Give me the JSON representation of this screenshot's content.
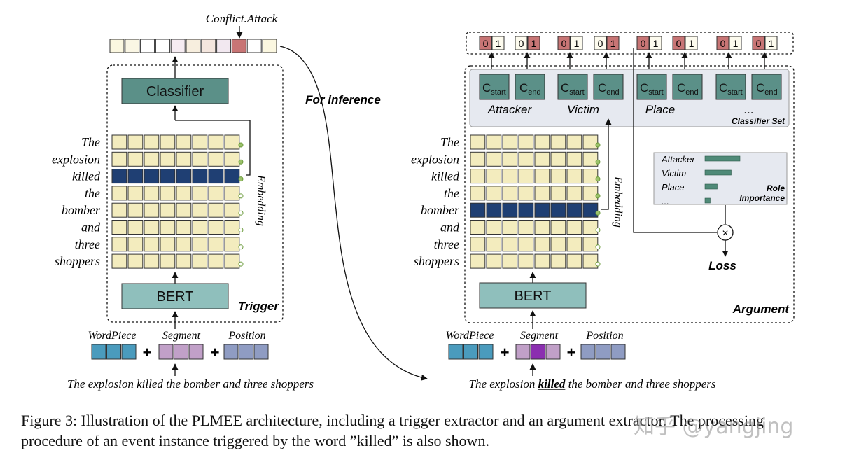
{
  "colors": {
    "cell": "#f3ecbe",
    "cell_border": "#333333",
    "trigger_row": "#1f3f73",
    "classifier": "#5b9088",
    "bert": "#8fbfbc",
    "wordpiece": "#4a9bbd",
    "segment": "#c1a0c8",
    "segment_highlight": "#8b2fb0",
    "position": "#8f9cc3",
    "label_hit": "#c87575",
    "role_bar": "#4f8a78",
    "classifier_set_bg": "#e6e9f0"
  },
  "trigger": {
    "top_label": "Conflict.Attack",
    "classifier": "Classifier",
    "bert": "BERT",
    "embedding": "Embedding",
    "panel_label": "Trigger",
    "tokens": [
      "The",
      "explosion",
      "killed",
      "the",
      "bomber",
      "and",
      "three",
      "shoppers"
    ],
    "highlight_index": 2,
    "output_cells": 11,
    "output_hit_index": 8
  },
  "inference_label": "For inference",
  "argument": {
    "bert": "BERT",
    "embedding": "Embedding",
    "panel_label": "Argument",
    "tokens": [
      "The",
      "explosion",
      "killed",
      "the",
      "bomber",
      "and",
      "three",
      "shoppers"
    ],
    "highlight_index": 4,
    "bits": [
      {
        "a": "0",
        "b": "1",
        "hit": "a"
      },
      {
        "a": "0",
        "b": "1",
        "hit": "b"
      },
      {
        "a": "0",
        "b": "1",
        "hit": "a"
      },
      {
        "a": "0",
        "b": "1",
        "hit": "b"
      },
      {
        "a": "0",
        "b": "1",
        "hit": "a"
      },
      {
        "a": "0",
        "b": "1",
        "hit": "a"
      },
      {
        "a": "0",
        "b": "1",
        "hit": "a"
      },
      {
        "a": "0",
        "b": "1",
        "hit": "a"
      }
    ],
    "c_letter": "C",
    "c_start_sub": "start",
    "c_end_sub": "end",
    "roles": [
      "Attacker",
      "Victim",
      "Place",
      "..."
    ],
    "classifier_set_label": "Classifier Set",
    "role_importance": {
      "title_line1": "Role",
      "title_line2": "Importance",
      "items": [
        {
          "name": "Attacker",
          "value": 1.0
        },
        {
          "name": "Victim",
          "value": 0.75
        },
        {
          "name": "Place",
          "value": 0.35
        },
        {
          "name": "...",
          "value": 0.15
        }
      ]
    },
    "loss_label": "Loss",
    "times_symbol": "×"
  },
  "inputs": {
    "wordpiece": "WordPiece",
    "segment": "Segment",
    "position": "Position",
    "plus": "+"
  },
  "sentence": {
    "trigger": "The explosion killed the bomber and three shoppers",
    "arg_before": "The explosion ",
    "arg_highlight": "killed",
    "arg_after": " the bomber and three shoppers"
  },
  "caption": "Figure 3: Illustration of the PLMEE architecture, including a trigger extractor and an argument extractor. The processing procedure of an event instance triggered by the word ”killed” is also shown.",
  "watermark": "知乎 @yangjing"
}
